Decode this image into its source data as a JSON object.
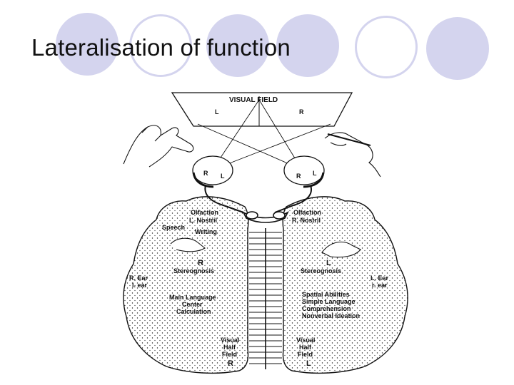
{
  "slide": {
    "title": "Lateralisation of function"
  },
  "diagram": {
    "visual_field": {
      "title": "VISUAL FIELD",
      "left": "L",
      "right": "R"
    },
    "left_eye": {
      "r": "R",
      "l": "L"
    },
    "right_eye": {
      "r": "R",
      "l": "L"
    },
    "left_hemisphere": {
      "olfaction": "Olfaction",
      "nostril": "L. Nostril",
      "speech": "Speech",
      "writing": "Writing",
      "side": "R",
      "stereognosis": "Stereognosis",
      "ear_main": "R. Ear",
      "ear_minor": "l. ear",
      "functions": [
        "Main Language",
        "Center",
        "Calculation"
      ],
      "visual_half_field": [
        "Visual",
        "Half",
        "Field",
        "R"
      ]
    },
    "right_hemisphere": {
      "olfaction": "Olfaction",
      "nostril": "R. Nostril",
      "side": "L",
      "stereognosis": "Stereognosis",
      "ear_main": "L. Ear",
      "ear_minor": "r. ear",
      "functions": [
        "Spatial Abilities",
        "Simple Language",
        "Comprehension",
        "Nonverbal Ideation"
      ],
      "visual_half_field": [
        "Visual",
        "Half",
        "Field",
        "L"
      ]
    }
  },
  "colors": {
    "decoration": "#d4d4ee",
    "ink": "#111111"
  }
}
